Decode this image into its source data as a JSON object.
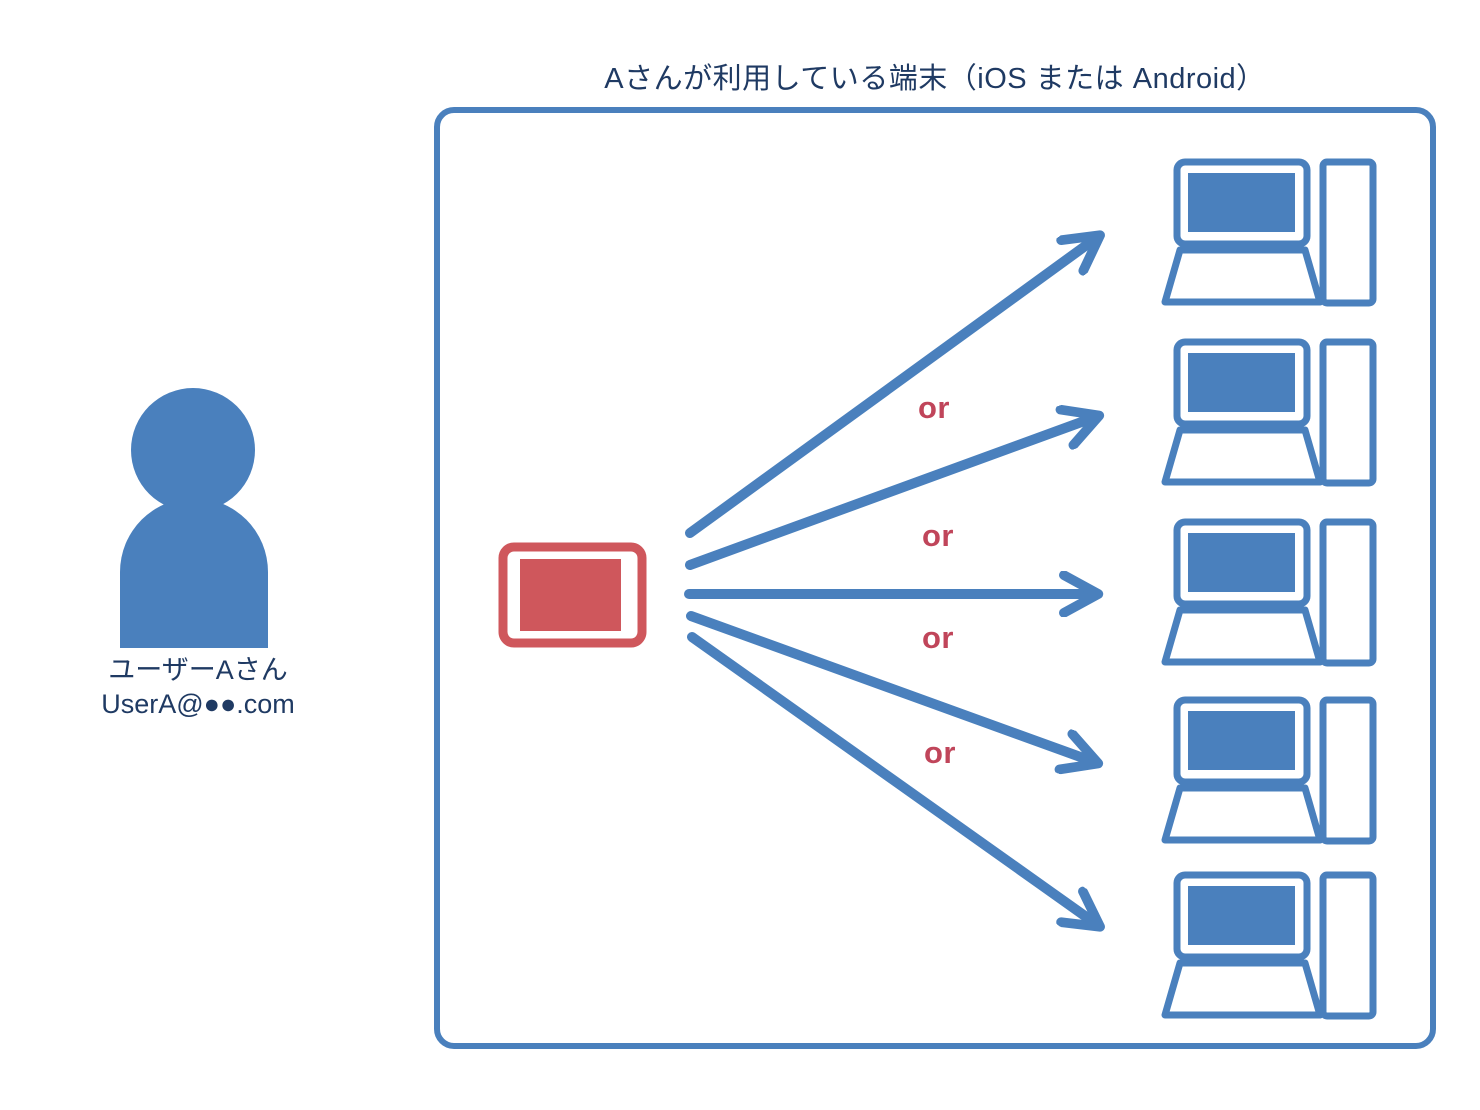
{
  "title": "Aさんが利用している端末（iOS または Android）",
  "user": {
    "icon": "person-icon",
    "name": "ユーザーAさん",
    "email": "UserA@●●.com"
  },
  "source_device": {
    "icon": "tablet-icon",
    "color": "#CF575C"
  },
  "target_devices": {
    "icon": "desktop-computer-icon",
    "count": 5
  },
  "connectors": {
    "style": "fan-out-arrows",
    "count": 5,
    "or_labels": [
      "or",
      "or",
      "or",
      "or"
    ]
  },
  "colors": {
    "shape_blue": "#4A80BD",
    "text_navy": "#1F3A63",
    "shape_red": "#CF575C",
    "or_red": "#C0455A",
    "background": "#FFFFFF"
  }
}
